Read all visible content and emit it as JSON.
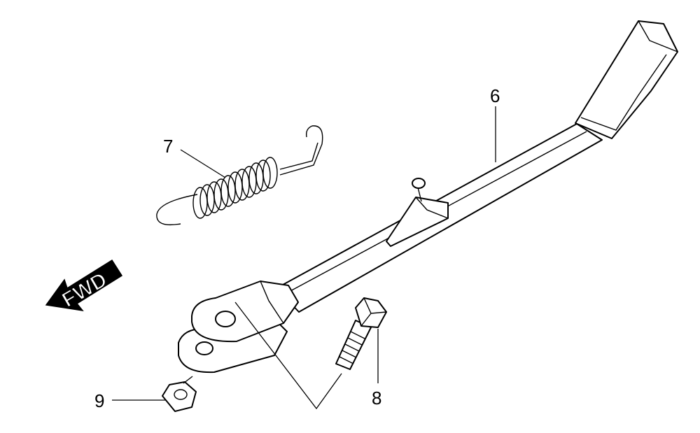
{
  "diagram": {
    "labels": {
      "p6": "6",
      "p7": "7",
      "p8": "8",
      "p9": "9"
    },
    "fwd_arrow": {
      "text": "FWD"
    },
    "parts": [
      "side-stand",
      "spring",
      "bolt",
      "nut"
    ]
  }
}
